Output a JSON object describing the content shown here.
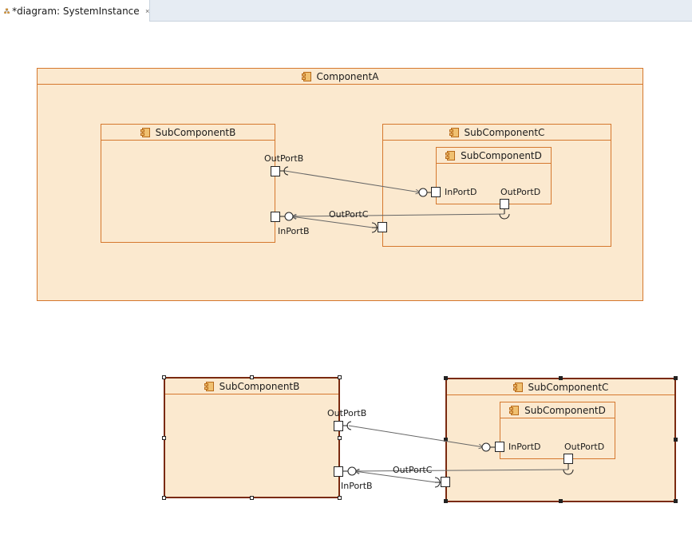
{
  "tab": {
    "title": "*diagram: SystemInstance",
    "icon": "diagram-icon",
    "close_icon": "close-icon"
  },
  "top_diagram": {
    "component_a": "ComponentA",
    "sub_b": "SubComponentB",
    "sub_c": "SubComponentC",
    "sub_d": "SubComponentD",
    "out_port_b": "OutPortB",
    "in_port_b": "InPortB",
    "in_port_d": "InPortD",
    "out_port_d": "OutPortD",
    "out_port_c": "OutPortC"
  },
  "bottom_diagram": {
    "sub_b": "SubComponentB",
    "sub_c": "SubComponentC",
    "sub_d": "SubComponentD",
    "out_port_b": "OutPortB",
    "in_port_b": "InPortB",
    "in_port_d": "InPortD",
    "out_port_d": "OutPortD",
    "out_port_c": "OutPortC"
  },
  "colors": {
    "fill": "#fbe9cf",
    "border": "#d5782e",
    "selected_border": "#7a2a10",
    "wire": "#666666"
  }
}
